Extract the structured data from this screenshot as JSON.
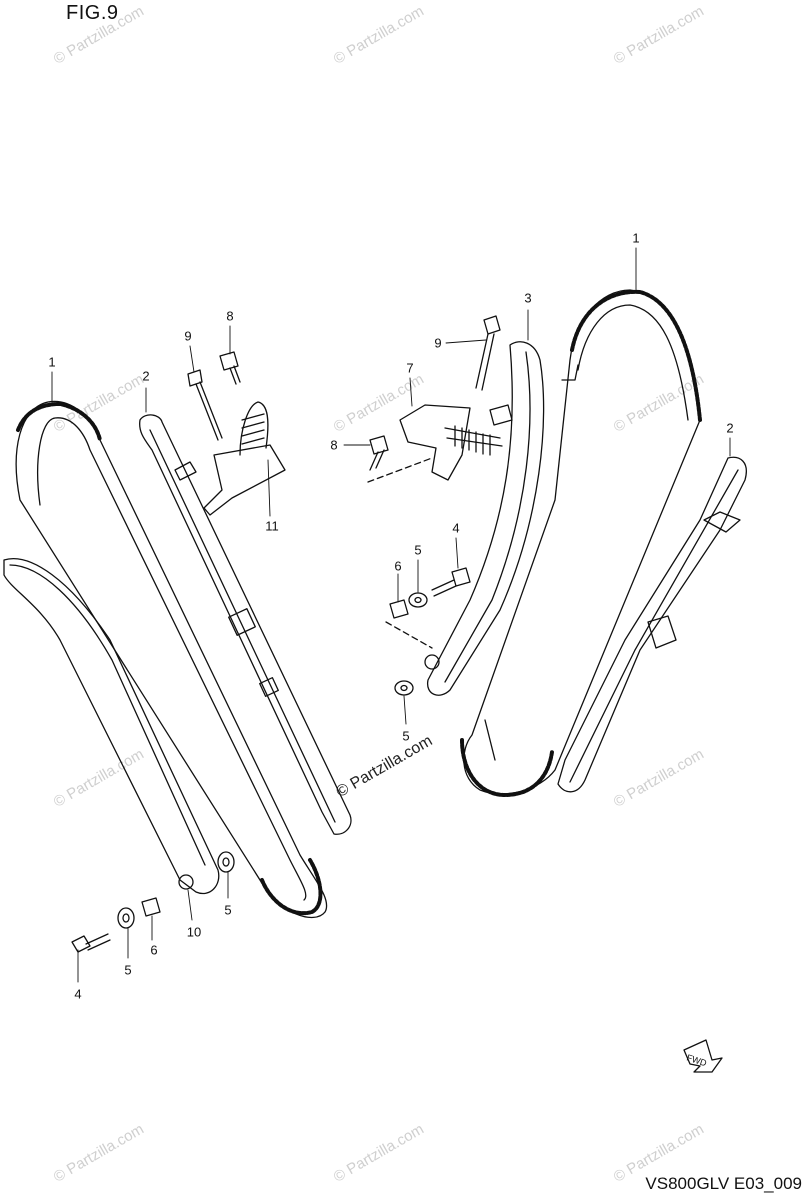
{
  "figure": {
    "title": "FIG.9",
    "model_code": "VS800GLV E03_009",
    "fwd_label": "FWD"
  },
  "watermark": {
    "text": "© Partzilla.com"
  },
  "callouts": [
    {
      "id": "c-1-left",
      "label": "1"
    },
    {
      "id": "c-2-left",
      "label": "2"
    },
    {
      "id": "c-9-left",
      "label": "9"
    },
    {
      "id": "c-8-left",
      "label": "8"
    },
    {
      "id": "c-11",
      "label": "11"
    },
    {
      "id": "c-10",
      "label": "10"
    },
    {
      "id": "c-5-left-a",
      "label": "5"
    },
    {
      "id": "c-5-left-b",
      "label": "5"
    },
    {
      "id": "c-6-left",
      "label": "6"
    },
    {
      "id": "c-4-left",
      "label": "4"
    },
    {
      "id": "c-1-right",
      "label": "1"
    },
    {
      "id": "c-3",
      "label": "3"
    },
    {
      "id": "c-9-right",
      "label": "9"
    },
    {
      "id": "c-7",
      "label": "7"
    },
    {
      "id": "c-8-right",
      "label": "8"
    },
    {
      "id": "c-2-right",
      "label": "2"
    },
    {
      "id": "c-4-right",
      "label": "4"
    },
    {
      "id": "c-5-right-a",
      "label": "5"
    },
    {
      "id": "c-6-right",
      "label": "6"
    },
    {
      "id": "c-5-right-b",
      "label": "5"
    }
  ]
}
